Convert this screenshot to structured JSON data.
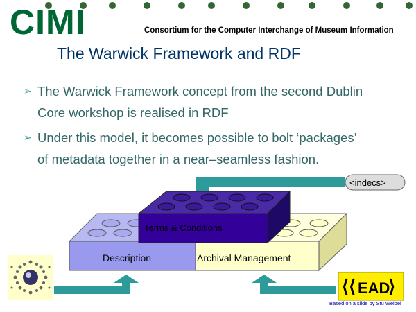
{
  "header": {
    "logo": "CIMI",
    "consortium": "Consortium for the Computer Interchange of Museum Information"
  },
  "slide": {
    "title": "The Warwick Framework and RDF",
    "bullets": [
      {
        "line1": "The Warwick Framework concept from the second Dublin",
        "line2": "Core workshop is realised in RDF"
      },
      {
        "line1": "Under this model, it becomes possible to bolt ‘packages’",
        "line2": "of metadata together in a near–seamless fashion."
      }
    ]
  },
  "diagram": {
    "blocks": {
      "terms": "Terms & Conditions",
      "description": "Description",
      "archival": "Archival Management"
    },
    "logos": {
      "indecs": "<indecs>",
      "ead": "EAD"
    }
  },
  "footer": {
    "credit": "Based on a slide by Stu Weibel"
  },
  "colors": {
    "logo_green": "#006633",
    "title_blue": "#003366",
    "bullet_teal": "#336666",
    "arrow_teal": "#2e9b9b",
    "description_blue": "#9999ee",
    "archival_yellow": "#ffffcc",
    "terms_purple": "#330099"
  }
}
